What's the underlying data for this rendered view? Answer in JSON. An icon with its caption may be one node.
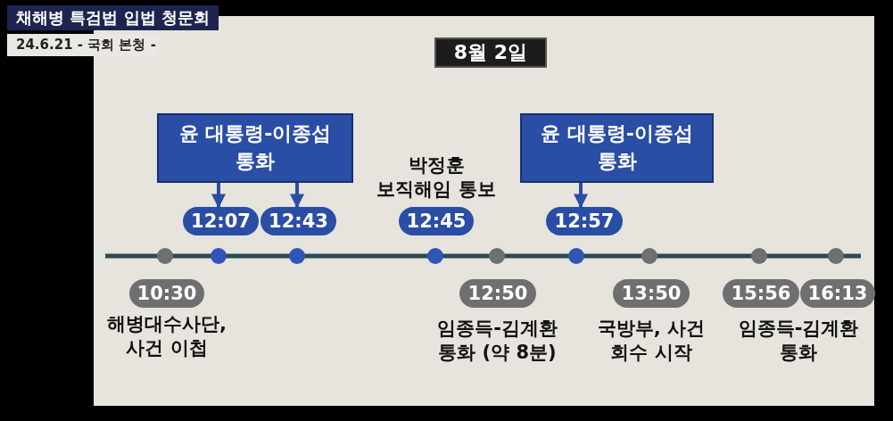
{
  "diagram": {
    "title": "8월 2일",
    "nodes": [
      {
        "text": [
          "윤 대통령-이종섭 통화"
        ]
      },
      {
        "text": [
          "윤 대통령-이종섭 통화"
        ]
      },
      {
        "text": [
          "10:30"
        ],
        "beside": [
          "해병대수사단, 사건 이첩"
        ]
      },
      {
        "text": [
          "12:07"
        ]
      },
      {
        "text": [
          "12:43"
        ]
      },
      {
        "text": [
          "12:45"
        ],
        "beside": [
          "박정훈 보직해임 통보"
        ]
      },
      {
        "text": [
          "12:50"
        ],
        "beside": [
          "임종득-김계환 통화 (약 8분)"
        ]
      },
      {
        "text": [
          "12:57"
        ]
      },
      {
        "text": [
          "13:50"
        ],
        "beside": [
          "국방부, 사건 회수 시작"
        ]
      },
      {
        "text": [
          "15:56"
        ]
      },
      {
        "text": [
          "16:13"
        ]
      }
    ],
    "edges": [
      {
        "from": 0,
        "to": 3,
        "arrow": "to"
      },
      {
        "from": 0,
        "to": 4,
        "arrow": "to"
      },
      {
        "from": 1,
        "to": 7,
        "arrow": "to"
      }
    ],
    "labels": [
      "채해병 특검법 입법 청문회",
      "24.6.21 - 국회 본청 -",
      "임종득-김계환 통화"
    ]
  }
}
